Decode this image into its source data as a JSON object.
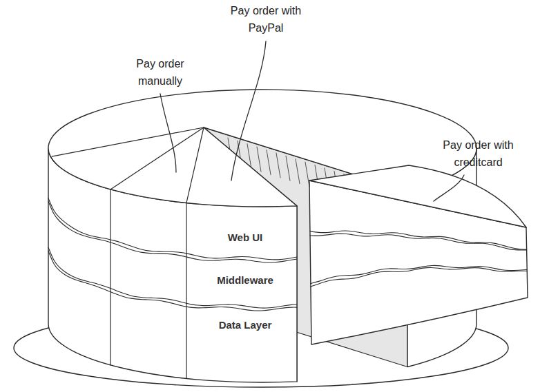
{
  "diagram": {
    "labels": [
      "Pay order with PayPal",
      "Pay order manually",
      "Pay order with creditcard",
      "Web UI",
      "Middleware",
      "Data Layer"
    ]
  }
}
